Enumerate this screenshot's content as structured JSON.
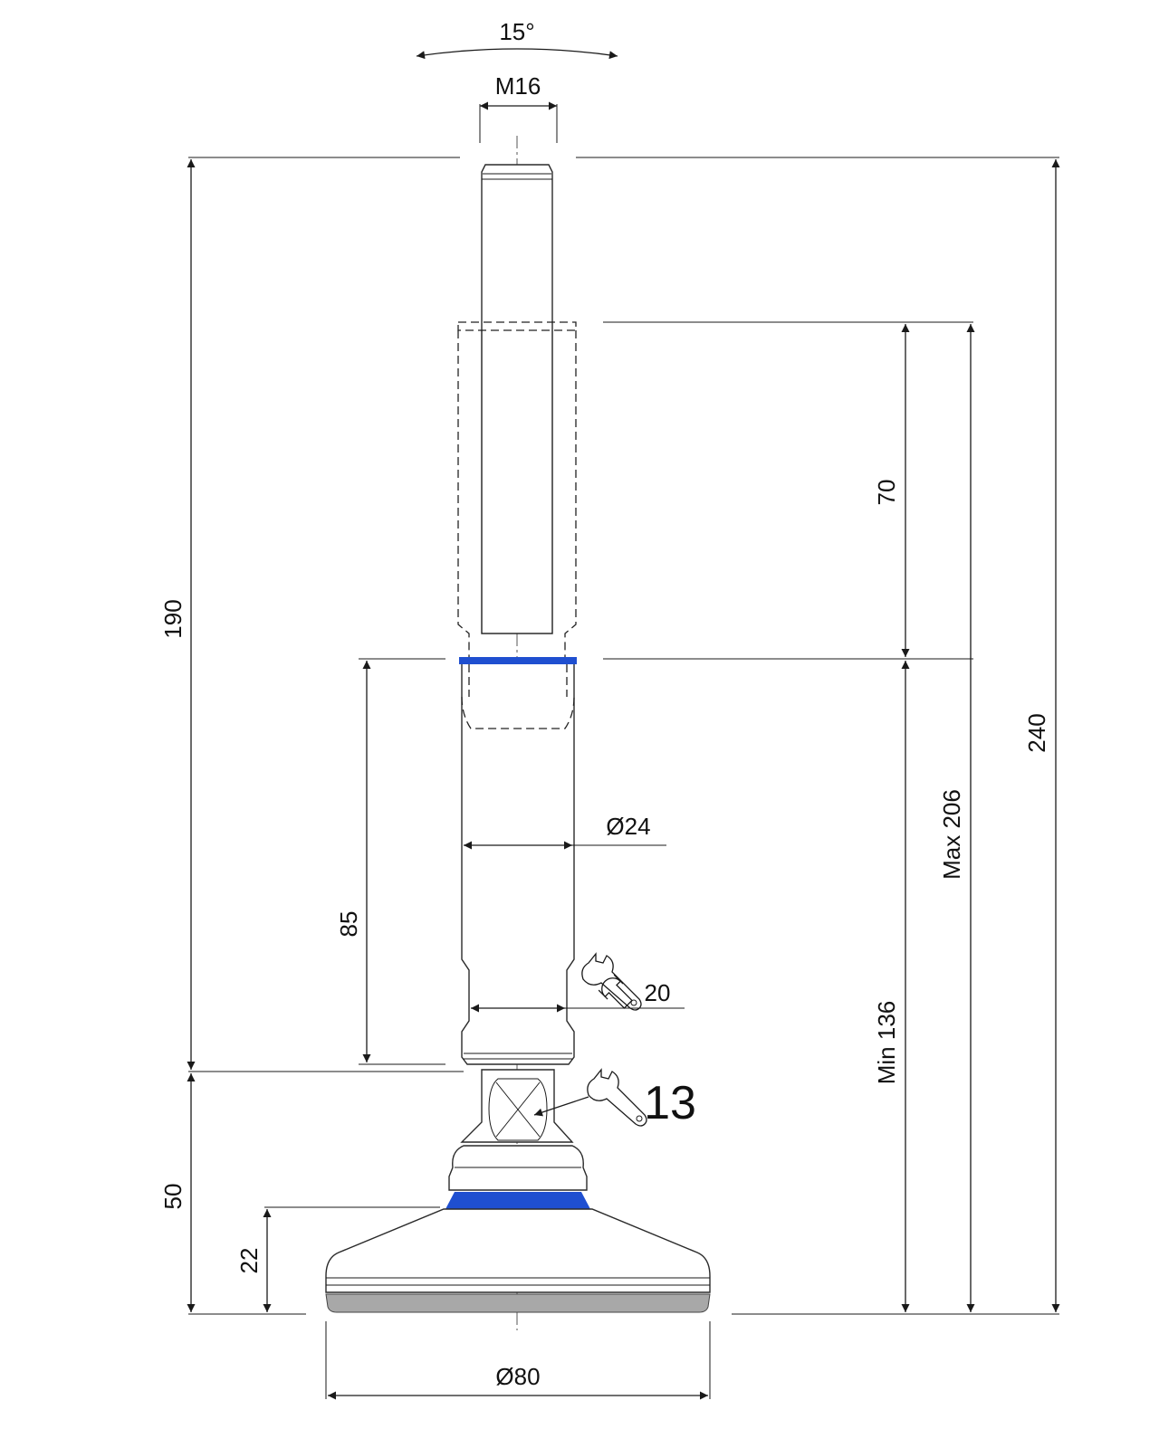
{
  "dimensions": {
    "tilt_angle": "15°",
    "thread": "M16",
    "overall_height": "240",
    "upper_height": "190",
    "adjust_travel": "70",
    "max_height": "Max 206",
    "min_height": "Min 136",
    "spindle_length": "85",
    "spindle_diameter": "Ø24",
    "wrench_spindle": "20",
    "wrench_base": "13",
    "base_height": "50",
    "foot_height": "22",
    "foot_diameter": "Ø80"
  },
  "colors": {
    "accent_blue": "#1f4fd0",
    "rubber_pad": "#a8a8a8",
    "line": "#1a1a1a"
  }
}
